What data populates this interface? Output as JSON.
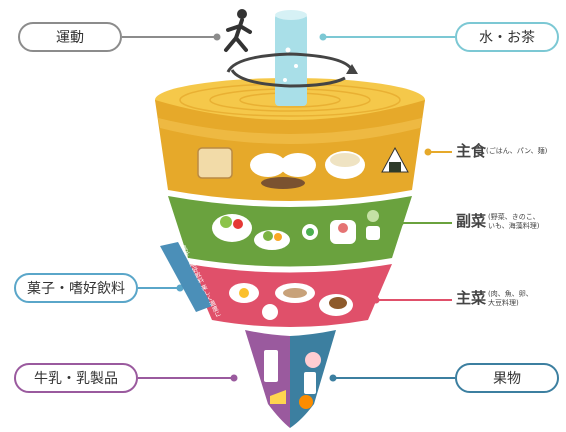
{
  "labels": {
    "exercise": "運動",
    "water_tea": "水・お茶",
    "staple": "主食",
    "staple_note": "(ごはん、パン、麺)",
    "side": "副菜",
    "side_note_1": "(野菜、きのこ、",
    "side_note_2": "いも、海藻料理)",
    "sweets": "菓子・嗜好飲料",
    "sweets_tape": "菓子・嗜好飲料 楽しく適度に",
    "main": "主菜",
    "main_note_1": "(肉、魚、卵、",
    "main_note_2": "大豆料理)",
    "dairy": "牛乳・乳製品",
    "fruit": "果物"
  },
  "colors": {
    "exercise": "#8c8c8c",
    "water": "#7cc8d4",
    "staple": "#e6a92a",
    "side": "#6aa23e",
    "sweets": "#5aa6c9",
    "main": "#e0506a",
    "dairy": "#9a5a9e",
    "fruit": "#3c7fa0"
  },
  "icons": [
    "runner-icon",
    "water-glass-icon",
    "rotation-arrow-icon"
  ]
}
